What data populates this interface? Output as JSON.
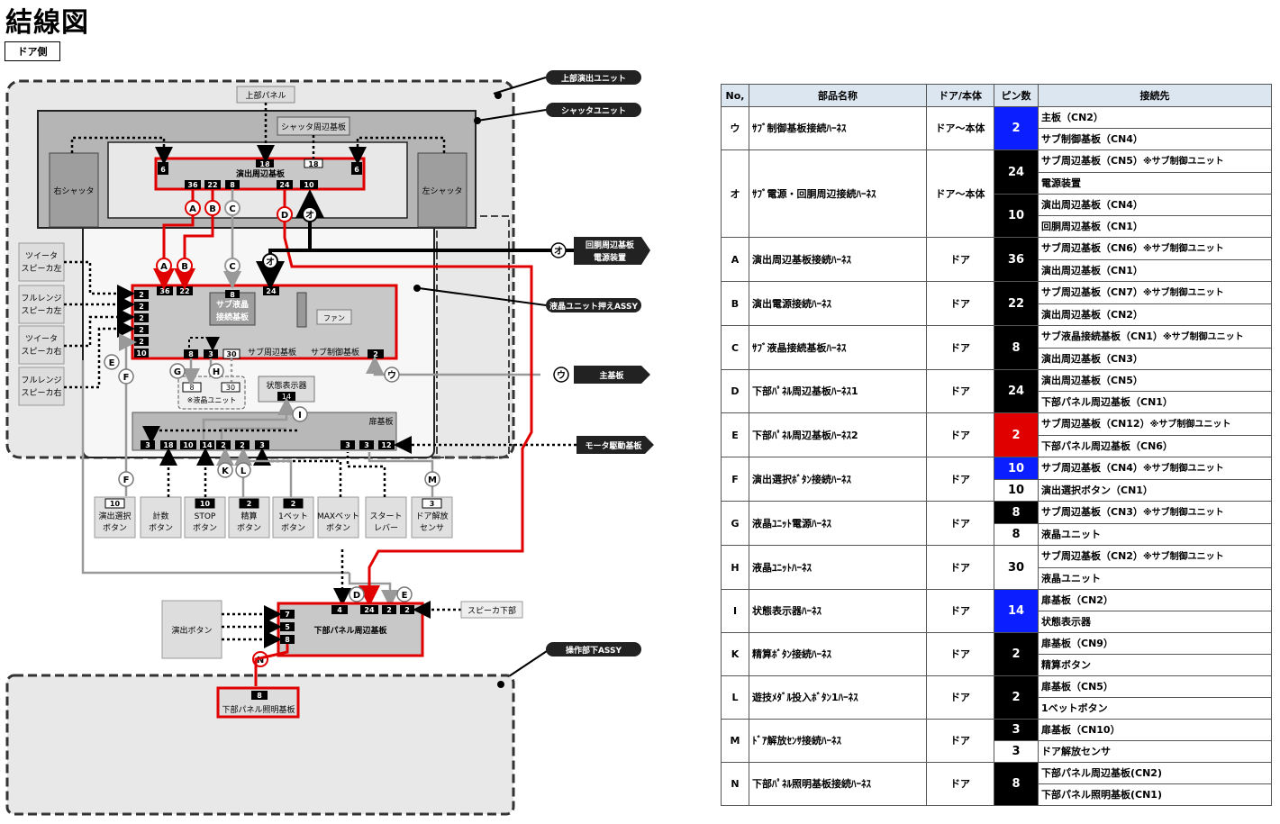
{
  "page": {
    "title": "結線図",
    "side_tag": "ドア側"
  },
  "diagram": {
    "callouts": {
      "upper_unit": "上部演出ユニット",
      "shutter_unit": "シャッタユニット",
      "lcd_assy": "液晶ユニット押えASSY",
      "lower_assy": "操作部下ASSY",
      "kairo": [
        "回胴周辺基板",
        "電源装置"
      ],
      "main_board": "主基板",
      "motor_board": "モータ駆動基板"
    },
    "boxes": {
      "upper_panel": "上部パネル",
      "shutter_board": "シャッタ周辺基板",
      "effect_board": "演出周辺基板",
      "right_shutter": "右シャッタ",
      "left_shutter": "左シャッタ",
      "sub_lcd": [
        "サブ液晶",
        "接続基板"
      ],
      "fan": "ファン",
      "sub_periph": "サブ周辺基板",
      "sub_ctrl": "サブ制御基板",
      "lcd_unit": "※液晶ユニット",
      "status_disp": "状態表示器",
      "door_board": "扉基板",
      "lower_panel_board": "下部パネル周辺基板",
      "effect_btn": "演出ボタン",
      "speaker_low": "スピーカ下部",
      "lower_light": "下部パネル照明基板"
    },
    "speakers": [
      [
        "ツイータ",
        "スピーカ左"
      ],
      [
        "フルレンジ",
        "スピーカ左"
      ],
      [
        "ツイータ",
        "スピーカ右"
      ],
      [
        "フルレンジ",
        "スピーカ右"
      ]
    ],
    "buttons": [
      {
        "pin": "10",
        "lines": [
          "演出選択",
          "ボタン"
        ],
        "dark": false
      },
      {
        "pin": "",
        "lines": [
          "計数",
          "ボタン"
        ],
        "dark": false
      },
      {
        "pin": "10",
        "lines": [
          "STOP",
          "ボタン"
        ],
        "dark": true
      },
      {
        "pin": "2",
        "lines": [
          "精算",
          "ボタン"
        ],
        "dark": true
      },
      {
        "pin": "2",
        "lines": [
          "1ベット",
          "ボタン"
        ],
        "dark": true
      },
      {
        "pin": "",
        "lines": [
          "MAXベット",
          "ボタン"
        ],
        "dark": false
      },
      {
        "pin": "",
        "lines": [
          "スタート",
          "レバー"
        ],
        "dark": false
      },
      {
        "pin": "3",
        "lines": [
          "ドア解放",
          "センサ"
        ],
        "dark": false
      }
    ],
    "pins": {
      "p6": "6",
      "p18": "18",
      "p36": "36",
      "p22": "22",
      "p8": "8",
      "p24": "24",
      "p10": "10",
      "p2": "2",
      "p3": "3",
      "p30": "30",
      "p14": "14",
      "p12": "12",
      "p4": "4",
      "p7": "7",
      "p5": "5"
    },
    "markers": {
      "A": "A",
      "B": "B",
      "C": "C",
      "D": "D",
      "E": "E",
      "F": "F",
      "G": "G",
      "H": "H",
      "I": "I",
      "K": "K",
      "L": "L",
      "M": "M",
      "N": "N",
      "O": "オ",
      "U": "ウ"
    }
  },
  "table": {
    "headers": [
      "No,",
      "部品名称",
      "ドア/本体",
      "ピン数",
      "接続先"
    ],
    "rows": [
      {
        "no": "ウ",
        "name": "ｻﾌﾞ制御基板接続ﾊｰﾈｽ",
        "loc": "ドア～本体",
        "pins": [
          {
            "v": "2",
            "color": "blue"
          }
        ],
        "dest": [
          {
            "t": "主板（CN2）",
            "n": ""
          },
          {
            "t": "サブ制御基板（CN4）",
            "n": ""
          }
        ]
      },
      {
        "no": "オ",
        "name": "ｻﾌﾞ電源・回胴周辺接続ﾊｰﾈｽ",
        "loc": "ドア～本体",
        "pins": [
          {
            "v": "24",
            "color": "black"
          },
          {
            "v": "10",
            "color": "black"
          }
        ],
        "dest": [
          {
            "t": "サブ周辺基板（CN5）",
            "n": "※サブ制御ユニット"
          },
          {
            "t": "電源装置",
            "n": ""
          },
          {
            "t": "演出周辺基板（CN4）",
            "n": ""
          },
          {
            "t": "回胴周辺基板（CN1）",
            "n": ""
          }
        ]
      },
      {
        "no": "A",
        "name": "演出周辺基板接続ﾊｰﾈｽ",
        "loc": "ドア",
        "pins": [
          {
            "v": "36",
            "color": "black"
          }
        ],
        "dest": [
          {
            "t": "サブ周辺基板（CN6）",
            "n": "※サブ制御ユニット"
          },
          {
            "t": "演出周辺基板（CN1）",
            "n": ""
          }
        ]
      },
      {
        "no": "B",
        "name": "演出電源接続ﾊｰﾈｽ",
        "loc": "ドア",
        "pins": [
          {
            "v": "22",
            "color": "black"
          }
        ],
        "dest": [
          {
            "t": "サブ周辺基板（CN7）",
            "n": "※サブ制御ユニット"
          },
          {
            "t": "演出周辺基板（CN2）",
            "n": ""
          }
        ]
      },
      {
        "no": "C",
        "name": "ｻﾌﾞ液晶接続基板ﾊｰﾈｽ",
        "loc": "ドア",
        "pins": [
          {
            "v": "8",
            "color": "black"
          }
        ],
        "dest": [
          {
            "t": "サブ液晶接続基板（CN1）",
            "n": "※サブ制御ユニット"
          },
          {
            "t": "演出周辺基板（CN3）",
            "n": ""
          }
        ]
      },
      {
        "no": "D",
        "name": "下部ﾊﾟﾈﾙ周辺基板ﾊｰﾈｽ1",
        "loc": "ドア",
        "pins": [
          {
            "v": "24",
            "color": "black"
          }
        ],
        "dest": [
          {
            "t": "演出周辺基板（CN5）",
            "n": ""
          },
          {
            "t": "下部パネル周辺基板（CN1）",
            "n": ""
          }
        ]
      },
      {
        "no": "E",
        "name": "下部ﾊﾟﾈﾙ周辺基板ﾊｰﾈｽ2",
        "loc": "ドア",
        "pins": [
          {
            "v": "2",
            "color": "red"
          }
        ],
        "dest": [
          {
            "t": "サブ周辺基板（CN12）",
            "n": "※サブ制御ユニット"
          },
          {
            "t": "下部パネル周辺基板（CN6）",
            "n": ""
          }
        ]
      },
      {
        "no": "F",
        "name": "演出選択ﾎﾞﾀﾝ接続ﾊｰﾈｽ",
        "loc": "ドア",
        "pins": [
          {
            "v": "10",
            "color": "blue"
          },
          {
            "v": "10",
            "color": "white"
          }
        ],
        "dest": [
          {
            "t": "サブ周辺基板（CN4）",
            "n": "※サブ制御ユニット"
          },
          {
            "t": "演出選択ボタン（CN1）",
            "n": ""
          }
        ]
      },
      {
        "no": "G",
        "name": "液晶ﾕﾆｯﾄ電源ﾊｰﾈｽ",
        "loc": "ドア",
        "pins": [
          {
            "v": "8",
            "color": "black"
          },
          {
            "v": "8",
            "color": "white"
          }
        ],
        "dest": [
          {
            "t": "サブ周辺基板（CN3）",
            "n": "※サブ制御ユニット"
          },
          {
            "t": "液晶ユニット",
            "n": ""
          }
        ]
      },
      {
        "no": "H",
        "name": "液晶ﾕﾆｯﾄﾊｰﾈｽ",
        "loc": "ドア",
        "pins": [
          {
            "v": "30",
            "color": "white"
          }
        ],
        "dest": [
          {
            "t": "サブ周辺基板（CN2）",
            "n": "※サブ制御ユニット"
          },
          {
            "t": "液晶ユニット",
            "n": ""
          }
        ]
      },
      {
        "no": "I",
        "name": "状態表示器ﾊｰﾈｽ",
        "loc": "ドア",
        "pins": [
          {
            "v": "14",
            "color": "blue"
          }
        ],
        "dest": [
          {
            "t": "扉基板（CN2）",
            "n": ""
          },
          {
            "t": "状態表示器",
            "n": ""
          }
        ]
      },
      {
        "no": "K",
        "name": "精算ﾎﾞﾀﾝ接続ﾊｰﾈｽ",
        "loc": "ドア",
        "pins": [
          {
            "v": "2",
            "color": "black"
          }
        ],
        "dest": [
          {
            "t": "扉基板（CN9）",
            "n": ""
          },
          {
            "t": "精算ボタン",
            "n": ""
          }
        ]
      },
      {
        "no": "L",
        "name": "遊技ﾒﾀﾞﾙ投入ﾎﾞﾀﾝ1ﾊｰﾈｽ",
        "loc": "ドア",
        "pins": [
          {
            "v": "2",
            "color": "black"
          }
        ],
        "dest": [
          {
            "t": "扉基板（CN5）",
            "n": ""
          },
          {
            "t": "1ベットボタン",
            "n": ""
          }
        ]
      },
      {
        "no": "M",
        "name": "ﾄﾞｱ解放ｾﾝｻ接続ﾊｰﾈｽ",
        "loc": "ドア",
        "pins": [
          {
            "v": "3",
            "color": "black"
          },
          {
            "v": "3",
            "color": "white"
          }
        ],
        "dest": [
          {
            "t": "扉基板（CN10）",
            "n": ""
          },
          {
            "t": "ドア解放センサ",
            "n": ""
          }
        ]
      },
      {
        "no": "N",
        "name": "下部ﾊﾟﾈﾙ照明基板接続ﾊｰﾈｽ",
        "loc": "ドア",
        "pins": [
          {
            "v": "8",
            "color": "black"
          }
        ],
        "dest": [
          {
            "t": "下部パネル周辺基板(CN2)",
            "n": ""
          },
          {
            "t": "下部パネル照明基板(CN1)",
            "n": ""
          }
        ]
      }
    ]
  },
  "colors": {
    "red": "#e00000",
    "blue": "#0a1eff",
    "black": "#000000",
    "white": "#ffffff",
    "header": "#dbe6f1",
    "panel": "#c0c0c0",
    "unit": "#e8e8e8"
  }
}
